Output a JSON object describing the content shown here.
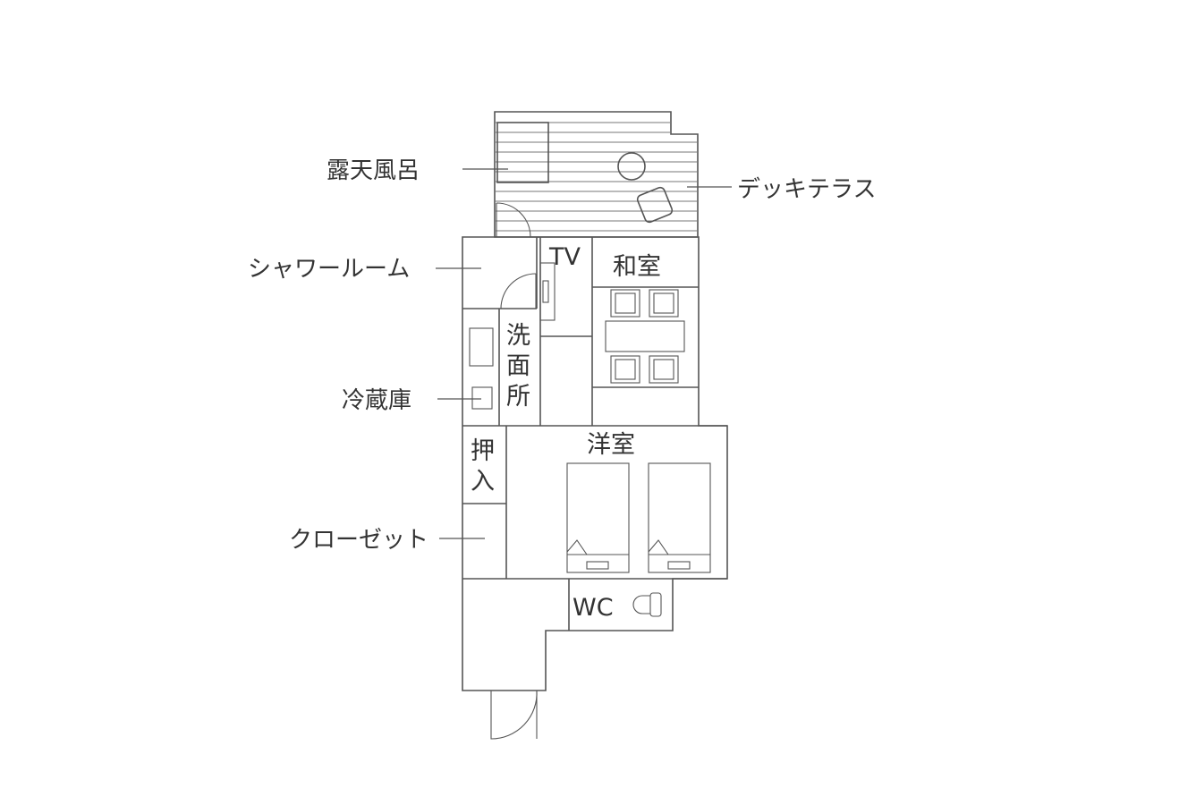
{
  "rooms": {
    "washitsu": "和室",
    "youshitsu": "洋室",
    "senmenjo": [
      "洗",
      "面",
      "所"
    ],
    "oshiire": [
      "押",
      "入"
    ],
    "tv": "TV",
    "wc": "WC"
  },
  "callouts": {
    "rotenburo": "露天風呂",
    "deck_terrace": "デッキテラス",
    "shower_room": "シャワールーム",
    "reizoko": "冷蔵庫",
    "closet": "クローゼット"
  },
  "colors": {
    "line": "#555555",
    "text": "#333333",
    "background": "#ffffff"
  }
}
